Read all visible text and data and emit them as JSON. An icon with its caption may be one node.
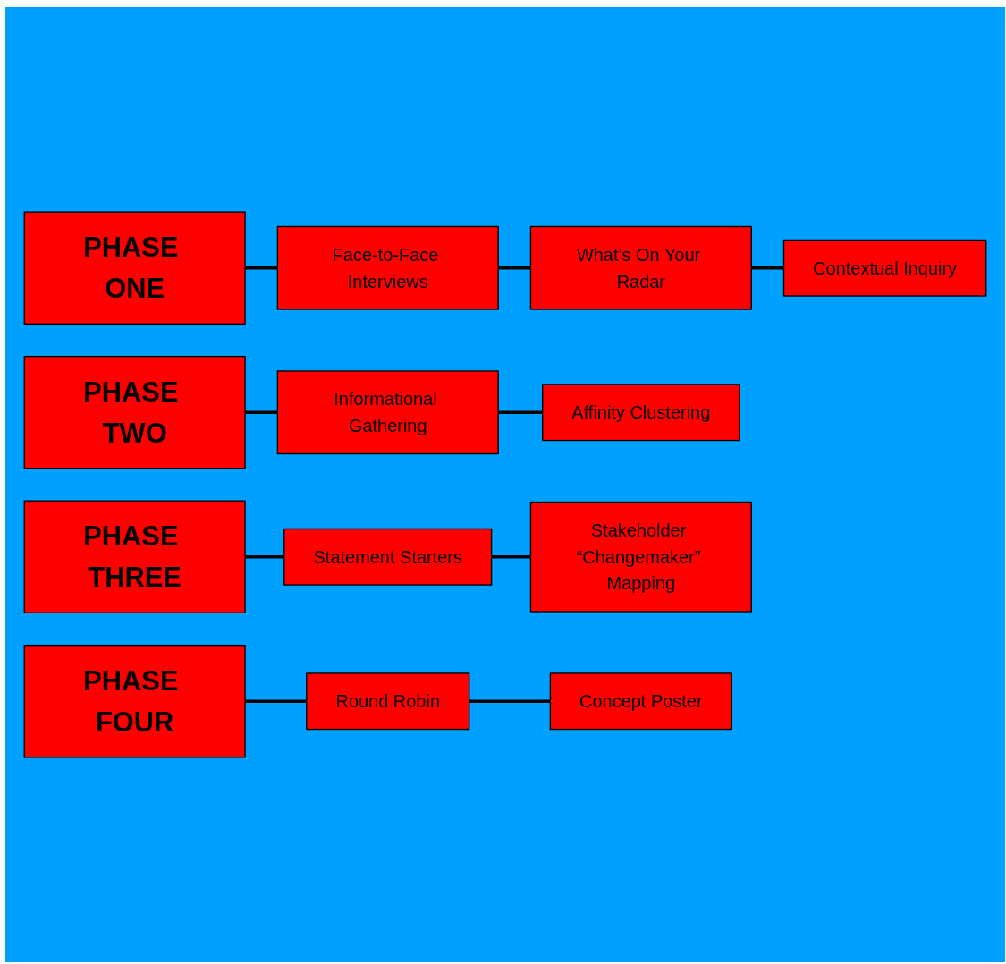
{
  "diagram": {
    "nodes": [
      {
        "text": [
          "PHASE ONE"
        ]
      },
      {
        "text": [
          "Face-to-Face Interviews"
        ]
      },
      {
        "text": [
          "What’s On Your Radar"
        ]
      },
      {
        "text": [
          "Contextual Inquiry"
        ]
      },
      {
        "text": [
          "PHASE TWO"
        ]
      },
      {
        "text": [
          "Informational Gathering"
        ]
      },
      {
        "text": [
          "Affinity Clustering"
        ]
      },
      {
        "text": [
          "PHASE THREE"
        ]
      },
      {
        "text": [
          "Statement Starters"
        ]
      },
      {
        "text": [
          "Stakeholder “Changemaker” Mapping"
        ]
      },
      {
        "text": [
          "PHASE FOUR"
        ]
      },
      {
        "text": [
          "Round Robin"
        ]
      },
      {
        "text": [
          "Concept Poster"
        ]
      }
    ],
    "edges": [
      {
        "from": 0,
        "to": 1,
        "arrow": "none"
      },
      {
        "from": 1,
        "to": 2,
        "arrow": "none"
      },
      {
        "from": 2,
        "to": 3,
        "arrow": "none"
      },
      {
        "from": 4,
        "to": 5,
        "arrow": "none"
      },
      {
        "from": 5,
        "to": 6,
        "arrow": "none"
      },
      {
        "from": 7,
        "to": 8,
        "arrow": "none"
      },
      {
        "from": 8,
        "to": 9,
        "arrow": "none"
      },
      {
        "from": 10,
        "to": 11,
        "arrow": "none"
      },
      {
        "from": 11,
        "to": 12,
        "arrow": "none"
      }
    ]
  }
}
